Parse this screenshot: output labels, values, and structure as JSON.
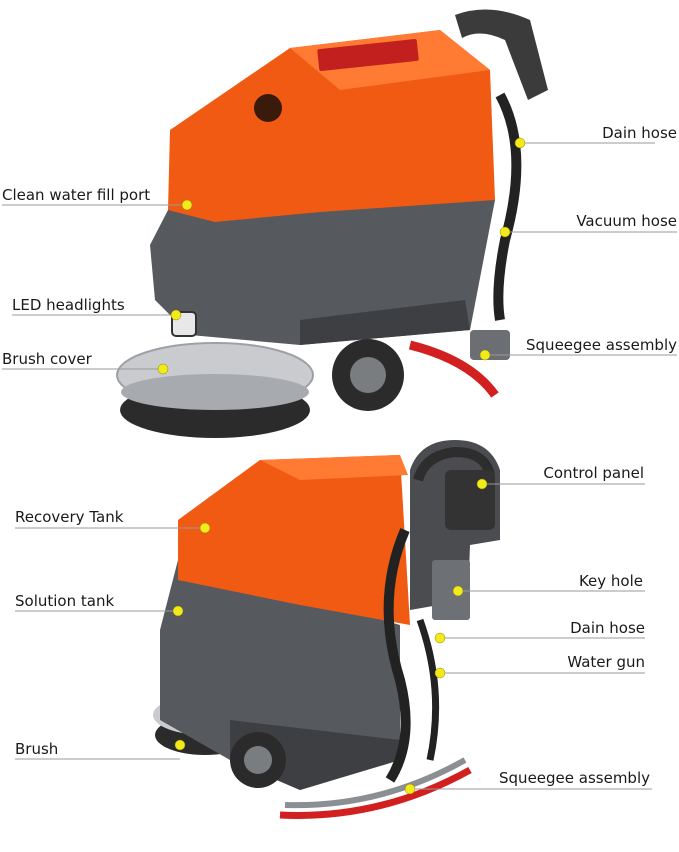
{
  "colors": {
    "orange": "#f05a12",
    "orange_dark": "#c94508",
    "grey_body": "#56595d",
    "grey_dark": "#3d3f42",
    "silver": "#c9cbce",
    "leader": "#9a9a9a",
    "dot": "#f2ea1a",
    "red": "#d21f1f"
  },
  "labels": {
    "drain_hose_top": "Dain hose",
    "clean_water_fill_port": "Clean water fill port",
    "vacuum_hose": "Vacuum hose",
    "led_headlights": "LED headlights",
    "squeegee_assembly_top": "Squeegee assembly",
    "brush_cover": "Brush cover",
    "control_panel": "Control panel",
    "recovery_tank": "Recovery Tank",
    "key_hole": "Key hole",
    "solution_tank": "Solution tank",
    "drain_hose_bottom": "Dain hose",
    "water_gun": "Water gun",
    "brush": "Brush",
    "squeegee_assembly_bottom": "Squeegee assembly"
  }
}
